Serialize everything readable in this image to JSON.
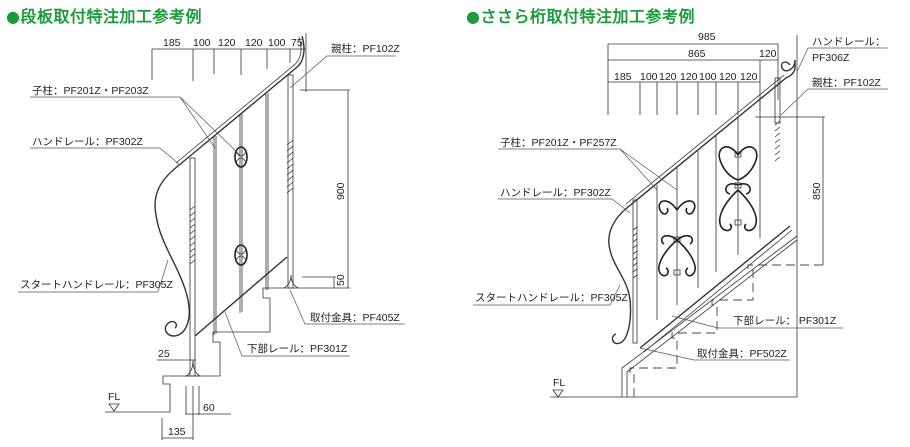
{
  "left": {
    "title": "●段板取付特注加工参考例",
    "dims_top": [
      "185",
      "100",
      "120",
      "120",
      "100",
      "75"
    ],
    "dim_height": "900",
    "dim_base": "50",
    "dim_25": "25",
    "dim_60": "60",
    "dim_135": "135",
    "fl": "FL",
    "labels": {
      "newel": "親柱：PF102Z",
      "baluster": "子柱：PF201Z・PF203Z",
      "handrail": "ハンドレール：PF302Z",
      "start_handrail": "スタートハンドレール：PF305Z",
      "bracket": "取付金具：PF405Z",
      "lower_rail": "下部レール：PF301Z"
    }
  },
  "right": {
    "title": "●ささら桁取付特注加工参考例",
    "dim_total": "985",
    "dim_865": "865",
    "dim_120": "120",
    "dims_top": [
      "185",
      "100",
      "120",
      "120",
      "100",
      "120",
      "120"
    ],
    "dim_height": "850",
    "fl": "FL",
    "labels": {
      "handrail_top_1": "ハンドレール：",
      "handrail_top_2": "PF306Z",
      "newel": "親柱：PF102Z",
      "baluster": "子柱：PF201Z・PF257Z",
      "handrail": "ハンドレール：PF302Z",
      "start_handrail": "スタートハンドレール：PF305Z",
      "lower_rail": "下部レール： PF301Z",
      "bracket": "取付金具：PF502Z"
    }
  }
}
